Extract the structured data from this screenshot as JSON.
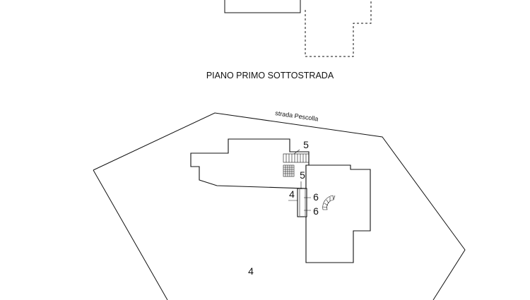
{
  "drawing": {
    "floor_title": "PIANO PRIMO SOTTOSTRADA",
    "street_name": "strada Pescolla",
    "lot_number": "4",
    "labels": {
      "stairs_ref": "5",
      "entry_ref": "5",
      "door_ref_left": "4",
      "door_ref_upper": "6",
      "door_ref_lower": "6"
    }
  }
}
